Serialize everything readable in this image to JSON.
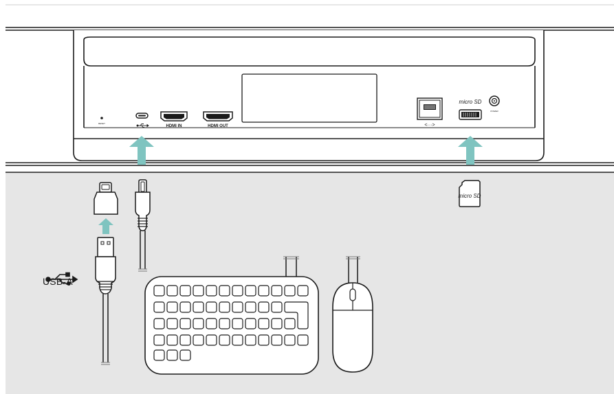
{
  "device_labels": {
    "reset": "RESET",
    "hdmi_in": "HDMI IN",
    "hdmi_out": "HDMI OUT",
    "micro_sd": "micro SD",
    "power": "POWER",
    "network": "<···>"
  },
  "peripherals": {
    "usb_a_label": "USB-A"
  },
  "colors": {
    "arrow": "#7fc4c0",
    "floor": "#e6e6e6",
    "outline": "#1a1a1a"
  }
}
